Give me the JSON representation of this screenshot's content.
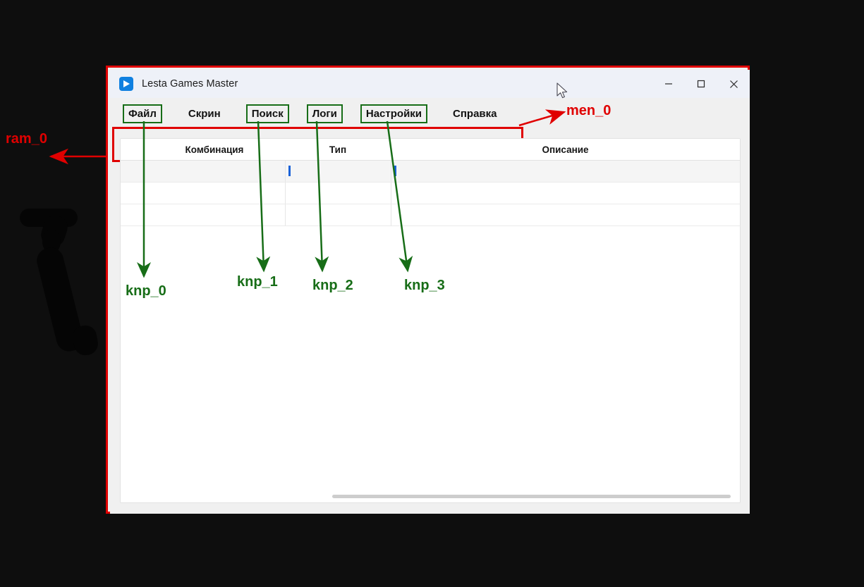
{
  "window": {
    "title": "Lesta Games Master",
    "app_icon": "play-arrow-icon",
    "controls": {
      "minimize": "minimize-icon",
      "maximize": "maximize-icon",
      "close": "close-icon"
    }
  },
  "menubar": {
    "items": [
      {
        "label": "Файл",
        "boxed": true,
        "annotation": "knp_0"
      },
      {
        "label": "Скрин",
        "boxed": false,
        "annotation": ""
      },
      {
        "label": "Поиск",
        "boxed": true,
        "annotation": "knp_1"
      },
      {
        "label": "Логи",
        "boxed": true,
        "annotation": "knp_2"
      },
      {
        "label": "Настройки",
        "boxed": true,
        "annotation": "knp_3"
      },
      {
        "label": "Справка",
        "boxed": false,
        "annotation": ""
      }
    ]
  },
  "table": {
    "headers": [
      "",
      "Комбинация",
      "Тип",
      "Описание"
    ],
    "rows": [
      {
        "selected": true,
        "cells": [
          "",
          "",
          "",
          ""
        ]
      },
      {
        "selected": false,
        "cells": [
          "",
          "",
          "",
          ""
        ]
      },
      {
        "selected": false,
        "cells": [
          "",
          "",
          "",
          ""
        ]
      }
    ]
  },
  "annotations": {
    "window_frame": "ram_0",
    "menubar_box": "men_0",
    "buttons": [
      "knp_0",
      "knp_1",
      "knp_2",
      "knp_3"
    ]
  },
  "colors": {
    "annotation_red": "#e00000",
    "annotation_green": "#176d17",
    "accent_blue": "#1a62d8",
    "app_icon_blue": "#1080e0",
    "titlebar": "#eef1f8",
    "menubar": "#f0f0f0",
    "selected_row": "#f5f5f5",
    "page_background": "#0e0e0e"
  }
}
